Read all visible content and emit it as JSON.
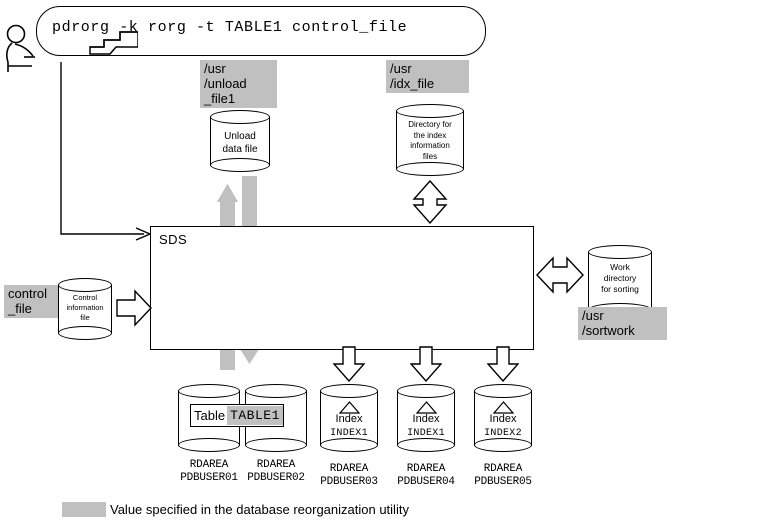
{
  "command": {
    "text": "pdrorg -k rorg -t TABLE1 control_file"
  },
  "actor": {
    "icon": "person-at-terminal-icon"
  },
  "path_labels": {
    "unload": "/usr\n/unload\n_file1",
    "idx": "/usr\n/idx_file",
    "sortwork": "/usr\n/sortwork",
    "control": "control\n_file"
  },
  "server": {
    "label": "SDS"
  },
  "cylinders": {
    "unload_data_file": "Unload\ndata file",
    "index_directory": "Directory for\nthe index\ninformation\nfiles",
    "work_directory": "Work\ndirectory\nfor sorting",
    "control_information_file": "Control\ninformation\nfile"
  },
  "table_box": {
    "prefix": "Table",
    "name": "TABLE1"
  },
  "indexes": [
    {
      "label": "Index",
      "name": "INDEX1"
    },
    {
      "label": "Index",
      "name": "INDEX1"
    },
    {
      "label": "Index",
      "name": "INDEX2"
    }
  ],
  "rdareas": [
    {
      "line1": "RDAREA",
      "line2": "PDBUSER01"
    },
    {
      "line1": "RDAREA",
      "line2": "PDBUSER02"
    },
    {
      "line1": "RDAREA",
      "line2": "PDBUSER03"
    },
    {
      "line1": "RDAREA",
      "line2": "PDBUSER04"
    },
    {
      "line1": "RDAREA",
      "line2": "PDBUSER05"
    }
  ],
  "legend": {
    "text": "Value specified in the database reorganization utility"
  },
  "colors": {
    "highlight_gray": "#c0c0c0",
    "line_black": "#000000",
    "background": "#ffffff"
  }
}
